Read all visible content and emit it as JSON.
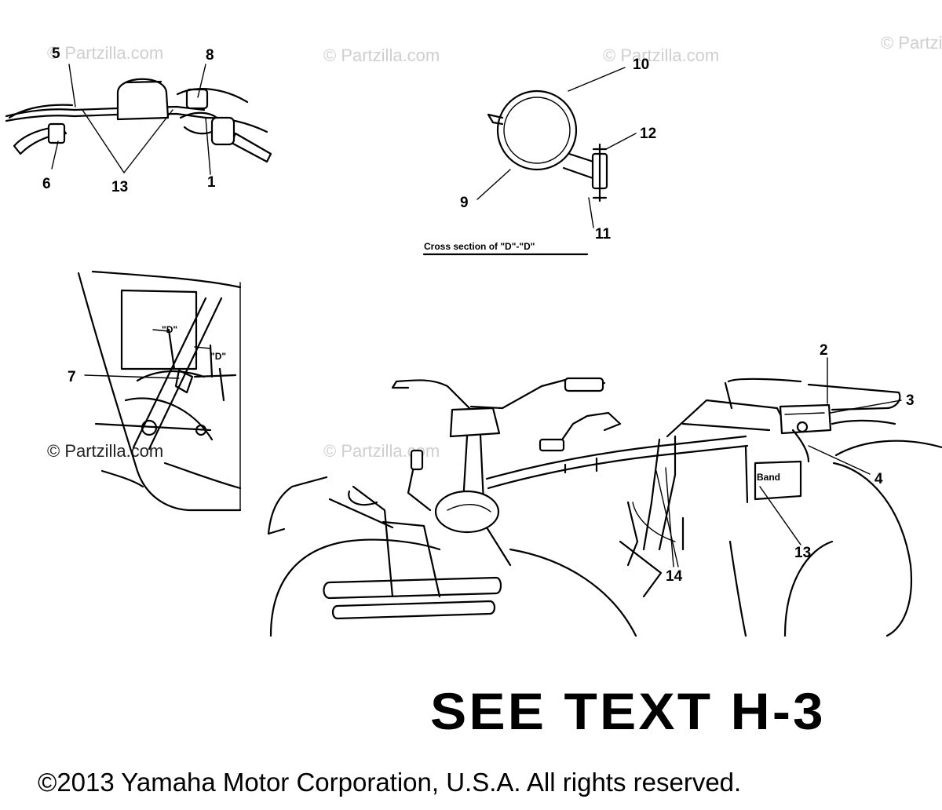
{
  "watermarks": [
    "© Partzilla.com",
    "© Partzilla.com",
    "© Partzilla.com",
    "© Partzilla.com",
    "© Partzilla.com",
    "© Partzilla.com"
  ],
  "callouts": {
    "c1": "1",
    "c2": "2",
    "c3": "3",
    "c4": "4",
    "c5": "5",
    "c6": "6",
    "c7": "7",
    "c8": "8",
    "c9": "9",
    "c10": "10",
    "c11": "11",
    "c12": "12",
    "c13a": "13",
    "c13b": "13",
    "c14": "14"
  },
  "labels": {
    "section_caption": "Cross section of \"D\"-\"D\"",
    "d_mark_1": "\"D\"",
    "d_mark_2": "\"D\"",
    "band": "Band"
  },
  "reference_text": "SEE TEXT H-3",
  "copyright": "©2013 Yamaha Motor Corporation, U.S.A. All rights reserved."
}
